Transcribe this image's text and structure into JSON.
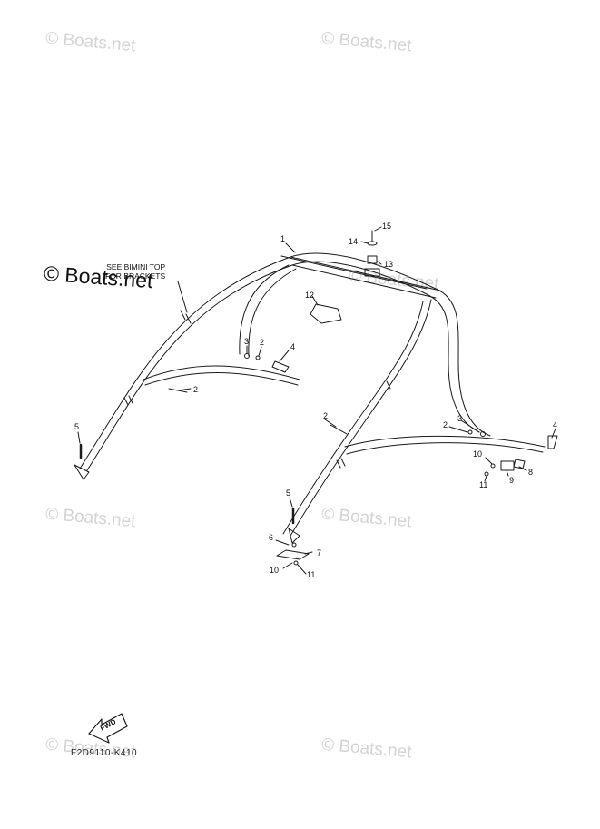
{
  "watermarks": {
    "text": "© Boats.net",
    "prominent_text": "© Boats.net"
  },
  "callouts": {
    "note_line1": "SEE BIMINI TOP",
    "note_line2": "FOR BRACKETS",
    "n1": "1",
    "n2a": "2",
    "n2b": "2",
    "n2c": "2",
    "n2d": "2",
    "n3a": "3",
    "n3b": "3",
    "n4a": "4",
    "n4b": "4",
    "n5a": "5",
    "n5b": "5",
    "n6": "6",
    "n7": "7",
    "n8": "8",
    "n9": "9",
    "n10a": "10",
    "n10b": "10",
    "n11a": "11",
    "n11b": "11",
    "n12": "12",
    "n13": "13",
    "n14": "14",
    "n15": "15"
  },
  "fwd_label": "FWD",
  "diagram_code": "F2D9110-K410",
  "colors": {
    "line": "#1a1a1a",
    "watermark": "#d4d4d4",
    "background": "#ffffff"
  }
}
